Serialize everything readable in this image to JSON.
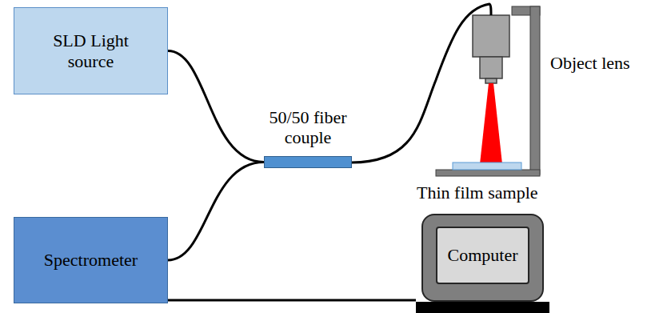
{
  "diagram": {
    "nodes": [
      {
        "text": [
          "SLD Light source"
        ]
      },
      {
        "text": [
          "50/50 fiber couple"
        ]
      },
      {
        "text": [
          "Spectrometer"
        ]
      },
      {
        "text": [
          "Computer"
        ]
      }
    ],
    "edges": [
      {
        "from": 0,
        "to": 1,
        "arrow": "none"
      },
      {
        "from": 2,
        "to": 1,
        "arrow": "none"
      },
      {
        "from": 2,
        "to": 3,
        "arrow": "none"
      }
    ],
    "labels": [
      "Object lens",
      "Thin film sample"
    ]
  }
}
